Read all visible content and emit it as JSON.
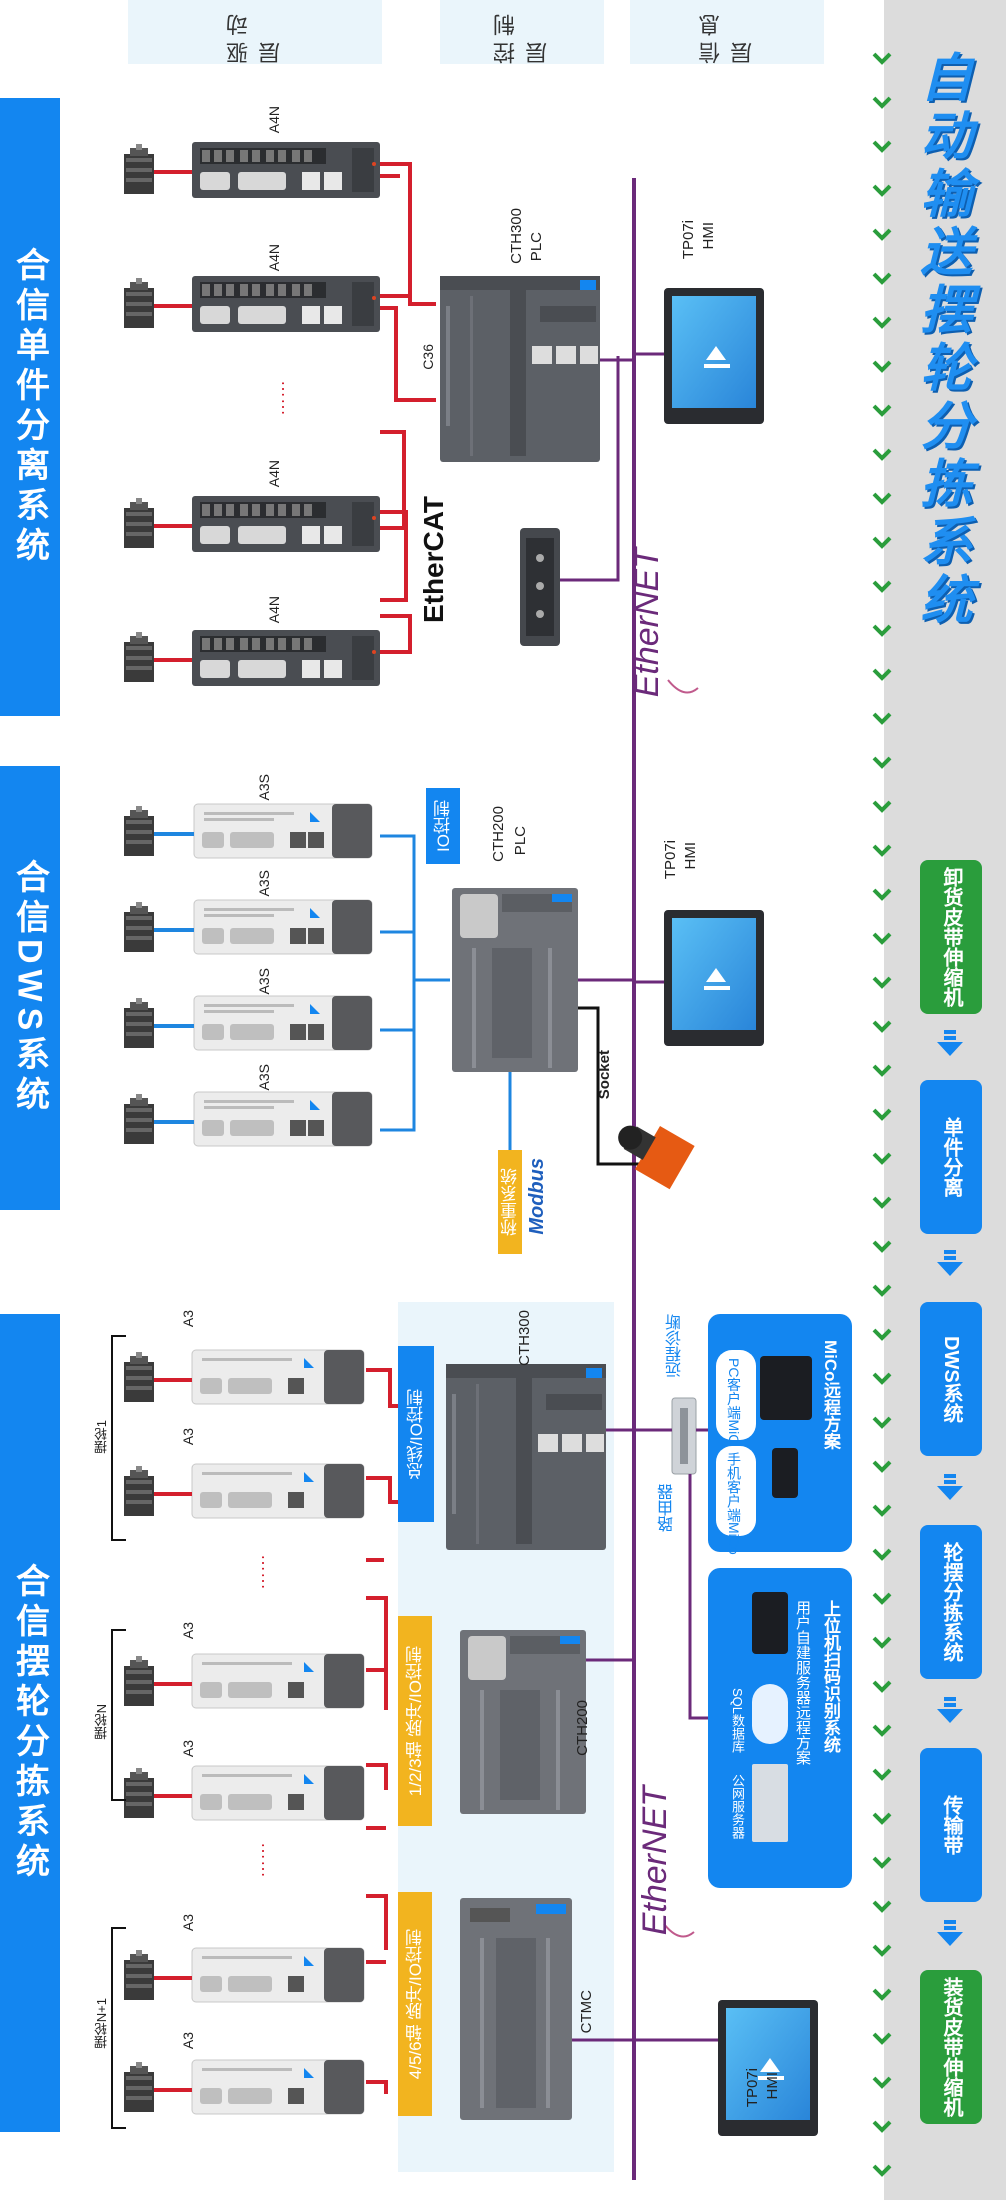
{
  "title": "自动输送摆轮分拣系统",
  "process_steps": [
    {
      "label": "卸货皮带伸缩机",
      "color": "#2a9d3c"
    },
    {
      "label": "单件分离",
      "color": "#1386f0"
    },
    {
      "label": "DWS系统",
      "color": "#1386f0"
    },
    {
      "label": "轮摆分拣系统",
      "color": "#1386f0"
    },
    {
      "label": "传输带",
      "color": "#1386f0"
    },
    {
      "label": "装货皮带伸缩机",
      "color": "#2a9d3c"
    }
  ],
  "layers": {
    "drive": "驱动层",
    "control": "控制层",
    "info": "信息层"
  },
  "systems": {
    "single_separation": "合信单件分离系统",
    "dws": "合信DWS系统",
    "sorting": "合信摆轮分拣系统"
  },
  "section1": {
    "drive_model": "A4N",
    "ellipsis": "……",
    "plc_label": "PLC",
    "plc_model": "CTH300",
    "c36": "C36",
    "hmi_label": "HMI",
    "hmi_model": "TP07i",
    "ethercat": "EtherCAT",
    "ethernet": "EtherNET"
  },
  "section2": {
    "drive_model": "A3S",
    "io_label": "IO控制",
    "plc_label": "PLC",
    "plc_model": "CTH200",
    "hmi_label": "HMI",
    "hmi_model": "TP07i",
    "socket": "Socket",
    "modbus": "Modbus",
    "weigh": "称重系统"
  },
  "section3": {
    "drive_model": "A3",
    "wheel1": "摆轮1",
    "wheelN": "摆轮N",
    "wheelN1": "摆轮N+1",
    "cth300": "CTH300",
    "cth200": "CTH200",
    "ctmc": "CTMC",
    "bus_io": "总线/IO控制",
    "axes123": "1/2/3轴 脉冲/IO控制",
    "axes456": "4/5/6轴 脉冲/IO控制",
    "remote": "远程诊断",
    "router": "路由器",
    "mico_title": "MiCo远程方案",
    "mico_pc": "PC客户端MiCo",
    "mico_phone": "手机客户端MiCo",
    "scan_title": "上位机扫码识别系统",
    "scan_desc": "用户自建服务器远程方案",
    "sql": "SQL数据库",
    "server": "公网服务器",
    "hmi_label": "HMI",
    "hmi_model": "TP07i",
    "ethernet": "EtherNET"
  }
}
